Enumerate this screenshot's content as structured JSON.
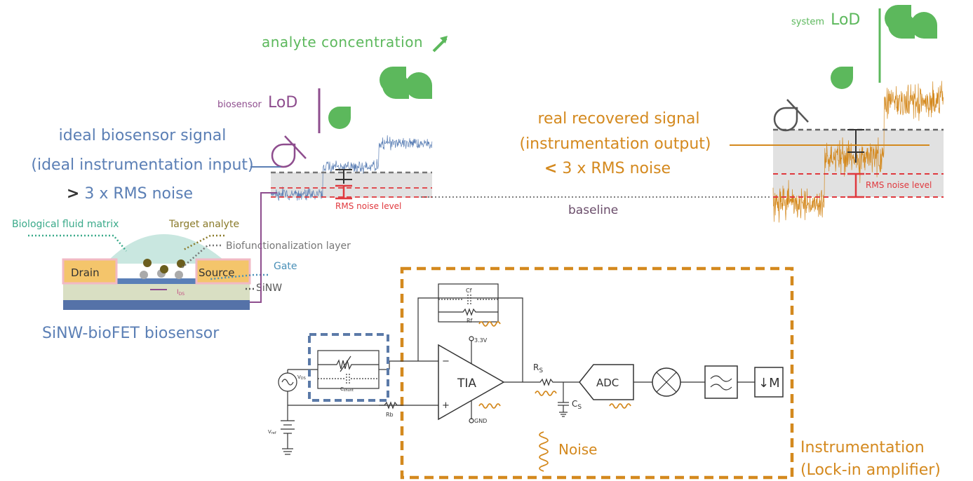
{
  "colors": {
    "green": "#5cb85c",
    "purple": "#8e4d8e",
    "blue": "#5b7fb5",
    "orange": "#d4891e",
    "red": "#e0393e",
    "gray": "#777777",
    "teal": "#3aaa8a",
    "olive": "#8a7a2a",
    "band": "#d9d9d9",
    "text_dark": "#333333"
  },
  "labels": {
    "analyte_concentration": "analyte concentration",
    "biosensor_prefix": "biosensor",
    "biosensor_lod": "LoD",
    "system_prefix": "system",
    "system_lod": "LoD",
    "ideal_line1": "ideal biosensor signal",
    "ideal_line2": "(ideal instrumentation input)",
    "ideal_line3_op": ">",
    "ideal_line3": " 3 x RMS noise",
    "real_line1": "real recovered signal",
    "real_line2": "(instrumentation output)",
    "real_line3_op": "<",
    "real_line3": " 3 x RMS noise",
    "rms_noise_level": "RMS noise level",
    "baseline": "baseline",
    "bio_fluid": "Biological fluid matrix",
    "target_analyte": "Target analyte",
    "biofunc_layer": "Biofunctionalization layer",
    "gate": "Gate",
    "sinw": "SiNW",
    "drain": "Drain",
    "source": "Source",
    "ids": "I",
    "ids_sub": "DS",
    "device_caption": "SiNW-bioFET biosensor",
    "cf": "Cf",
    "rf": "Rf",
    "vdd": "3.3V",
    "gnd": "GND",
    "tia": "TIA",
    "rs": "R",
    "rs_sub": "S",
    "cs": "C",
    "cs_sub": "S",
    "adc": "ADC",
    "decim": "↓M",
    "vds": "V",
    "vds_sub": "DS",
    "cshunt": "C",
    "cshunt_sub": "shunt",
    "rb": "Rb",
    "vref": "V",
    "vref_sub": "ref",
    "minus": "−",
    "plus": "+",
    "noise": "Noise",
    "instr_line1": "Instrumentation",
    "instr_line2": "(Lock-in amplifier)"
  }
}
